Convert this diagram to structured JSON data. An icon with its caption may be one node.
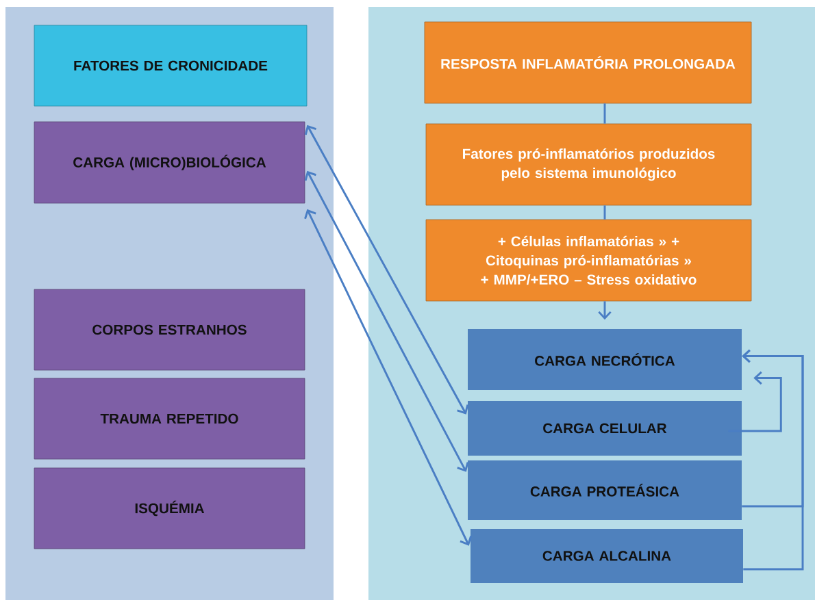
{
  "diagram": {
    "nodes": [
      {
        "text": [
          "FATORES DE CRONICIDADE"
        ]
      },
      {
        "text": [
          "CARGA (MICRO)BIOLÓGICA"
        ]
      },
      {
        "text": [
          "CORPOS ESTRANHOS"
        ]
      },
      {
        "text": [
          "TRAUMA REPETIDO"
        ]
      },
      {
        "text": [
          "ISQUÉMIA"
        ]
      },
      {
        "text": [
          "RESPOSTA INFLAMATÓRIA PROLONGADA"
        ]
      },
      {
        "text": [
          "Fatores pró-inflamatórios produzidos pelo sistema imunológico"
        ]
      },
      {
        "text": [
          "+ Células inflamatórias » + Citoquinas pró-inflamatórias » + MMP/+ERO – Stress oxidativo"
        ]
      },
      {
        "text": [
          "CARGA NECRÓTICA"
        ]
      },
      {
        "text": [
          "CARGA CELULAR"
        ]
      },
      {
        "text": [
          "CARGA PROTEÁSICA"
        ]
      },
      {
        "text": [
          "CARGA ALCALINA"
        ]
      }
    ],
    "edges": [
      {
        "from": 5,
        "to": 6,
        "arrow": "none"
      },
      {
        "from": 6,
        "to": 7,
        "arrow": "none"
      },
      {
        "from": 7,
        "to": 8,
        "arrow": "to"
      },
      {
        "from": 1,
        "to": 9,
        "arrow": "both"
      },
      {
        "from": 1,
        "to": 10,
        "arrow": "both"
      },
      {
        "from": 1,
        "to": 11,
        "arrow": "both"
      },
      {
        "from": 9,
        "to": 8,
        "arrow": "to"
      },
      {
        "from": 10,
        "to": 8,
        "arrow": "to"
      },
      {
        "from": 11,
        "to": 8,
        "arrow": "to"
      }
    ]
  }
}
